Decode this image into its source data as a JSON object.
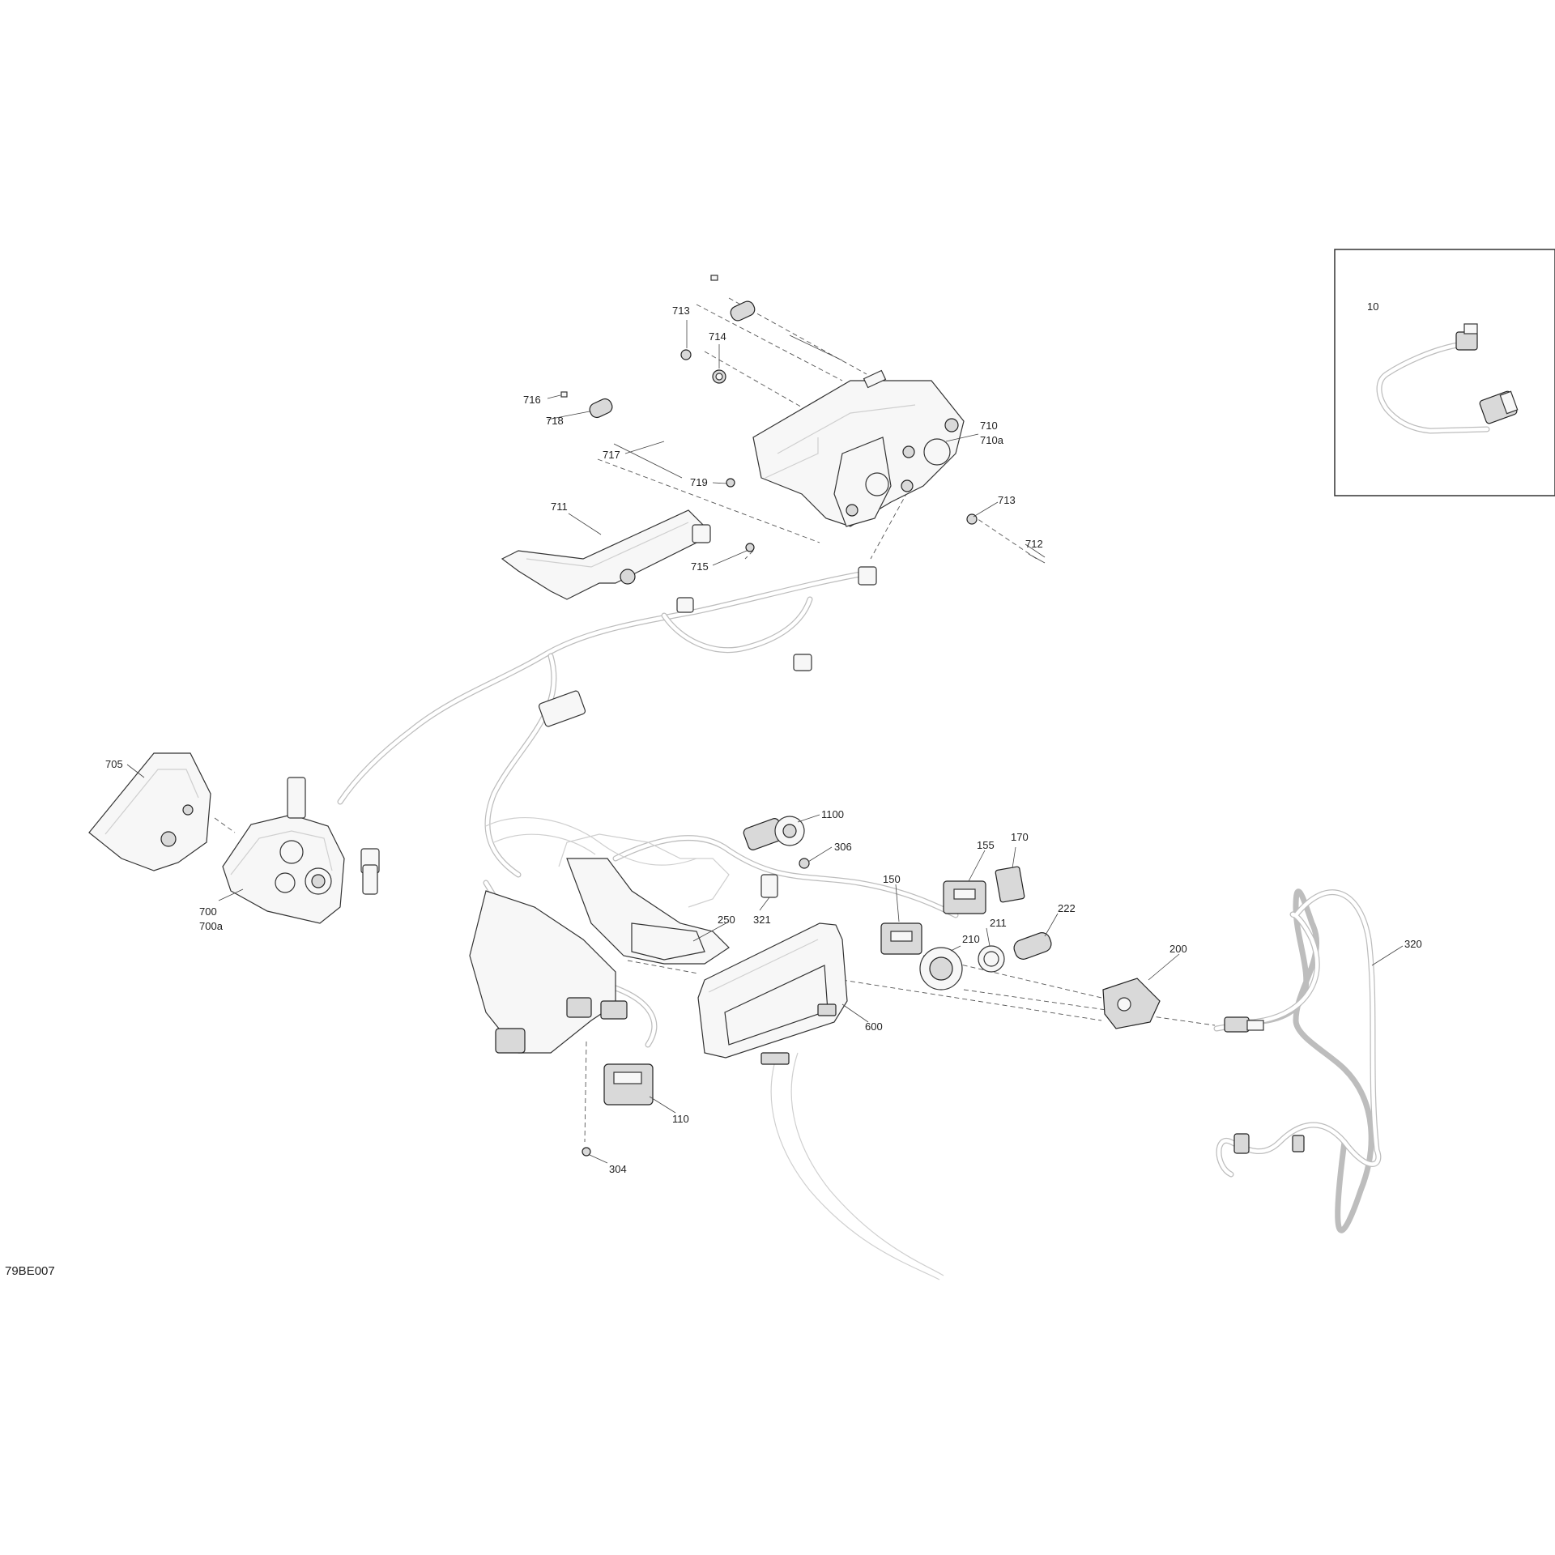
{
  "diagram_code": "79BE007",
  "inset": {
    "label": "10"
  },
  "callouts": [
    {
      "id": "c713a",
      "text": "713"
    },
    {
      "id": "c714",
      "text": "714"
    },
    {
      "id": "c716",
      "text": "716"
    },
    {
      "id": "c718",
      "text": "718"
    },
    {
      "id": "c717",
      "text": "717"
    },
    {
      "id": "c719",
      "text": "719"
    },
    {
      "id": "c710",
      "text": "710"
    },
    {
      "id": "c710a",
      "text": "710a"
    },
    {
      "id": "c713b",
      "text": "713"
    },
    {
      "id": "c712",
      "text": "712"
    },
    {
      "id": "c711",
      "text": "711"
    },
    {
      "id": "c715",
      "text": "715"
    },
    {
      "id": "c705",
      "text": "705"
    },
    {
      "id": "c700",
      "text": "700"
    },
    {
      "id": "c700a",
      "text": "700a"
    },
    {
      "id": "c1100",
      "text": "1100"
    },
    {
      "id": "c306",
      "text": "306"
    },
    {
      "id": "c155",
      "text": "155"
    },
    {
      "id": "c170",
      "text": "170"
    },
    {
      "id": "c150",
      "text": "150"
    },
    {
      "id": "c222",
      "text": "222"
    },
    {
      "id": "c250",
      "text": "250"
    },
    {
      "id": "c321",
      "text": "321"
    },
    {
      "id": "c210",
      "text": "210"
    },
    {
      "id": "c211",
      "text": "211"
    },
    {
      "id": "c200",
      "text": "200"
    },
    {
      "id": "c320",
      "text": "320"
    },
    {
      "id": "c600",
      "text": "600"
    },
    {
      "id": "c110",
      "text": "110"
    },
    {
      "id": "c304",
      "text": "304"
    }
  ]
}
